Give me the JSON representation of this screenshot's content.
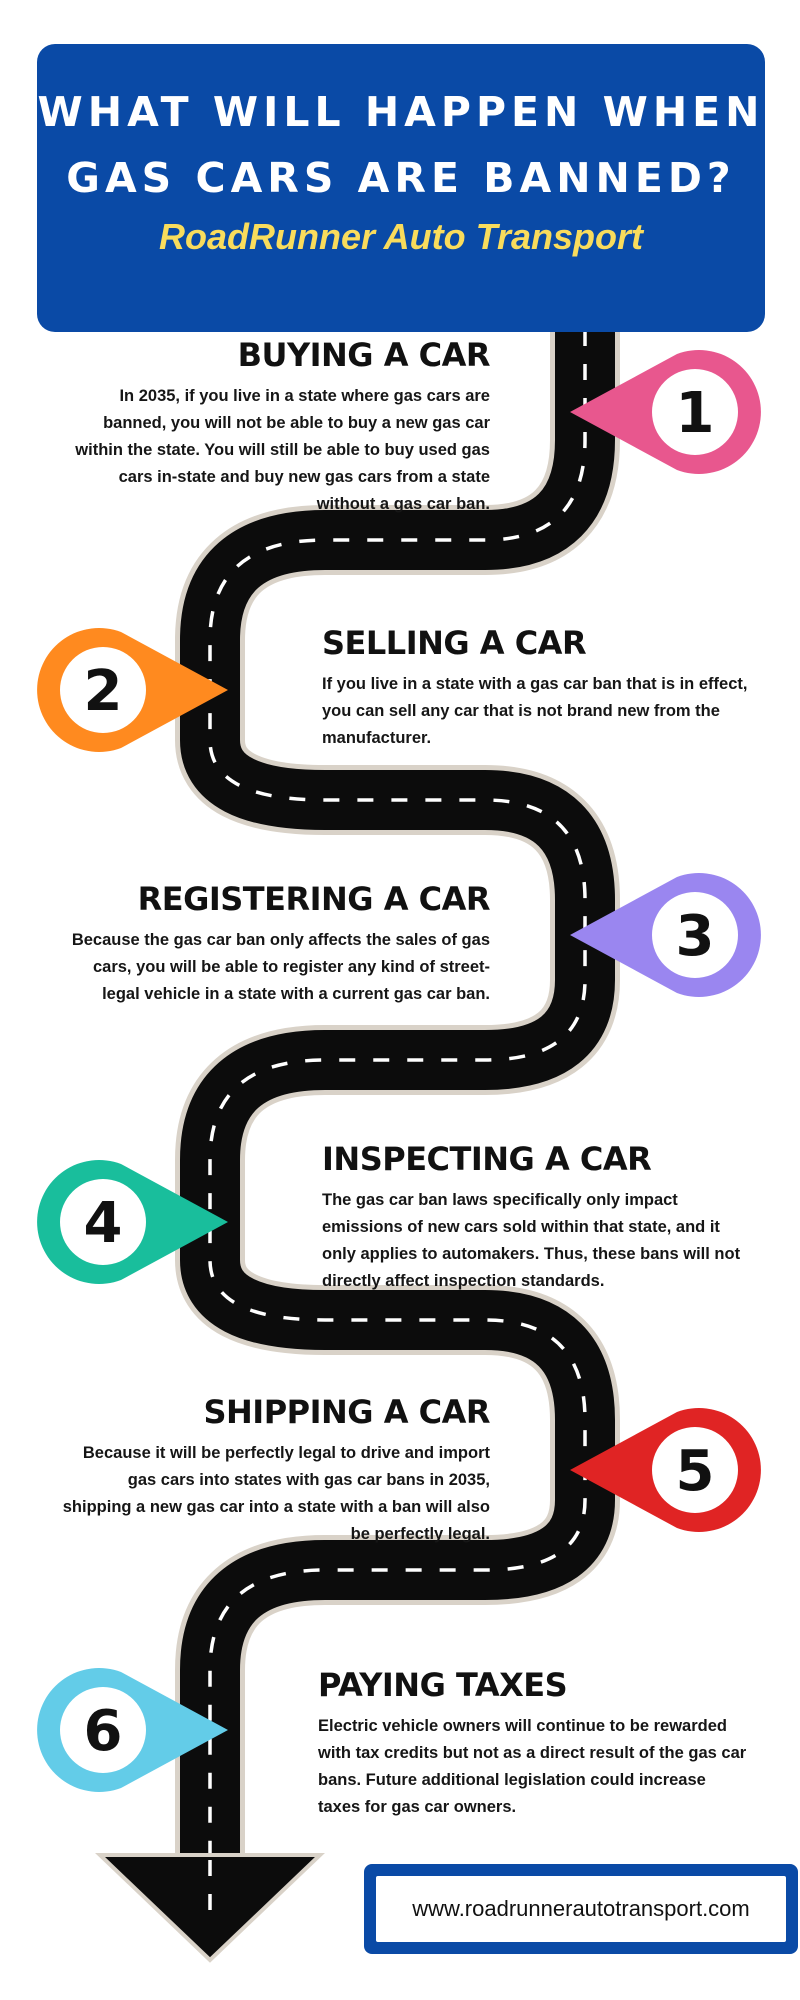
{
  "header": {
    "title_line1": "WHAT WILL HAPPEN WHEN",
    "title_line2": "GAS CARS ARE BANNED?",
    "subtitle": "RoadRunner Auto Transport",
    "background_color": "#0a4aa6",
    "subtitle_color": "#f9dc5c"
  },
  "steps": [
    {
      "number": "1",
      "title": "BUYING A CAR",
      "body": "In 2035, if you live in a state where gas cars are banned, you will not be able to buy a new gas car within the state. You will still be able to buy used gas cars in-state and buy new gas cars from a state without a gas car ban.",
      "color": "#e8578e"
    },
    {
      "number": "2",
      "title": "SELLING A CAR",
      "body": "If you live in a state with a gas car ban that is in effect, you can sell any car that is not brand new from the manufacturer.",
      "color": "#ff8a1f"
    },
    {
      "number": "3",
      "title": "REGISTERING A CAR",
      "body": "Because the gas car ban only affects the sales of gas cars, you will be able to register any kind of street-legal vehicle in a state with a current gas car ban.",
      "color": "#9a86f0"
    },
    {
      "number": "4",
      "title": "INSPECTING A CAR",
      "body": "The gas car ban laws specifically only impact emissions of new cars sold within that state, and it only applies to automakers. Thus, these bans will not directly affect inspection standards.",
      "color": "#19be9c"
    },
    {
      "number": "5",
      "title": "SHIPPING A CAR",
      "body": "Because it will be perfectly legal to drive and import gas cars into states with gas car bans in 2035, shipping a new gas car into a state with a ban will also be perfectly legal.",
      "color": "#e02424"
    },
    {
      "number": "6",
      "title": "PAYING TAXES",
      "body": "Electric vehicle owners will continue to be rewarded with tax credits but not as a direct result of the gas car bans. Future additional legislation could increase taxes for gas car owners.",
      "color": "#63cce8"
    }
  ],
  "footer": {
    "url": "www.roadrunnerautotransport.com"
  },
  "icons": [
    "road-path",
    "road-arrow-icon",
    "map-pin-icon"
  ]
}
